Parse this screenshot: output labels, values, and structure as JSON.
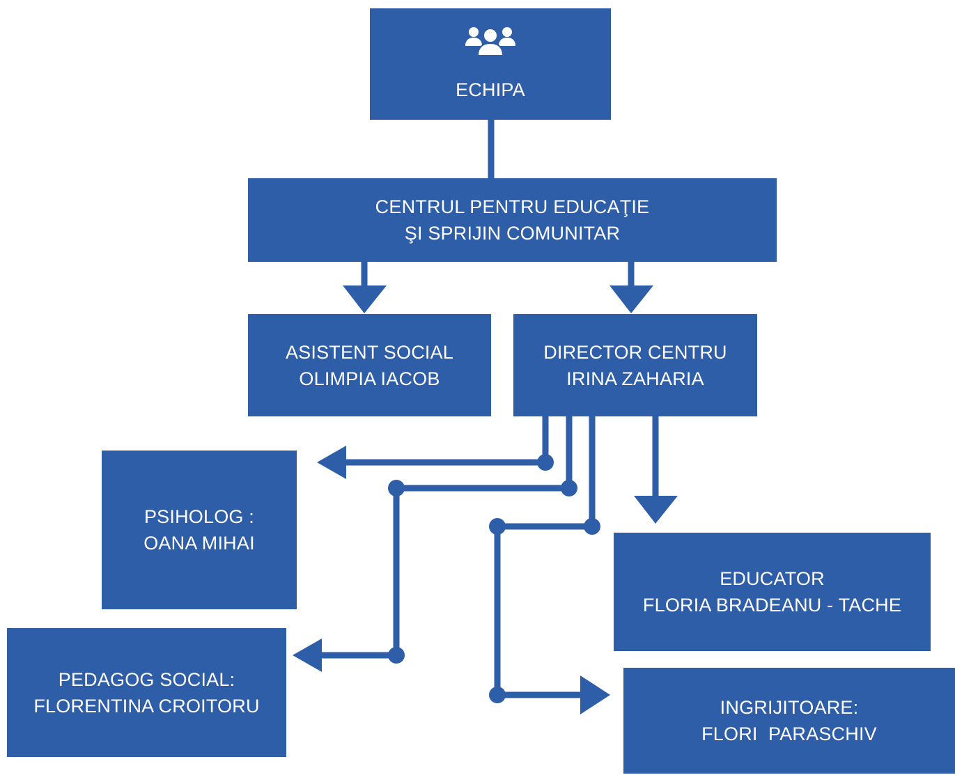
{
  "colors": {
    "box": "#2f5ea8",
    "connector": "#2f5ea8",
    "text": "#ffffff"
  },
  "team": {
    "icon": "users-group-icon",
    "label": "ECHIPA"
  },
  "center": {
    "line1": "CENTRUL PENTRU EDUCAŢIE",
    "line2": "ŞI SPRIJIN COMUNITAR"
  },
  "social_worker": {
    "line1": "ASISTENT SOCIAL",
    "line2": "OLIMPIA IACOB"
  },
  "director": {
    "line1": "DIRECTOR CENTRU",
    "line2": "IRINA ZAHARIA"
  },
  "psychologist": {
    "line1": "PSIHOLOG :",
    "line2": "OANA MIHAI"
  },
  "social_pedagogue": {
    "line1": "PEDAGOG SOCIAL:",
    "line2": "FLORENTINA CROITORU"
  },
  "educator": {
    "line1": "EDUCATOR",
    "line2": "FLORIA BRADEANU - TACHE"
  },
  "caregiver": {
    "line1": "INGRIJITOARE:",
    "line2": "FLORI  PARASCHIV"
  }
}
